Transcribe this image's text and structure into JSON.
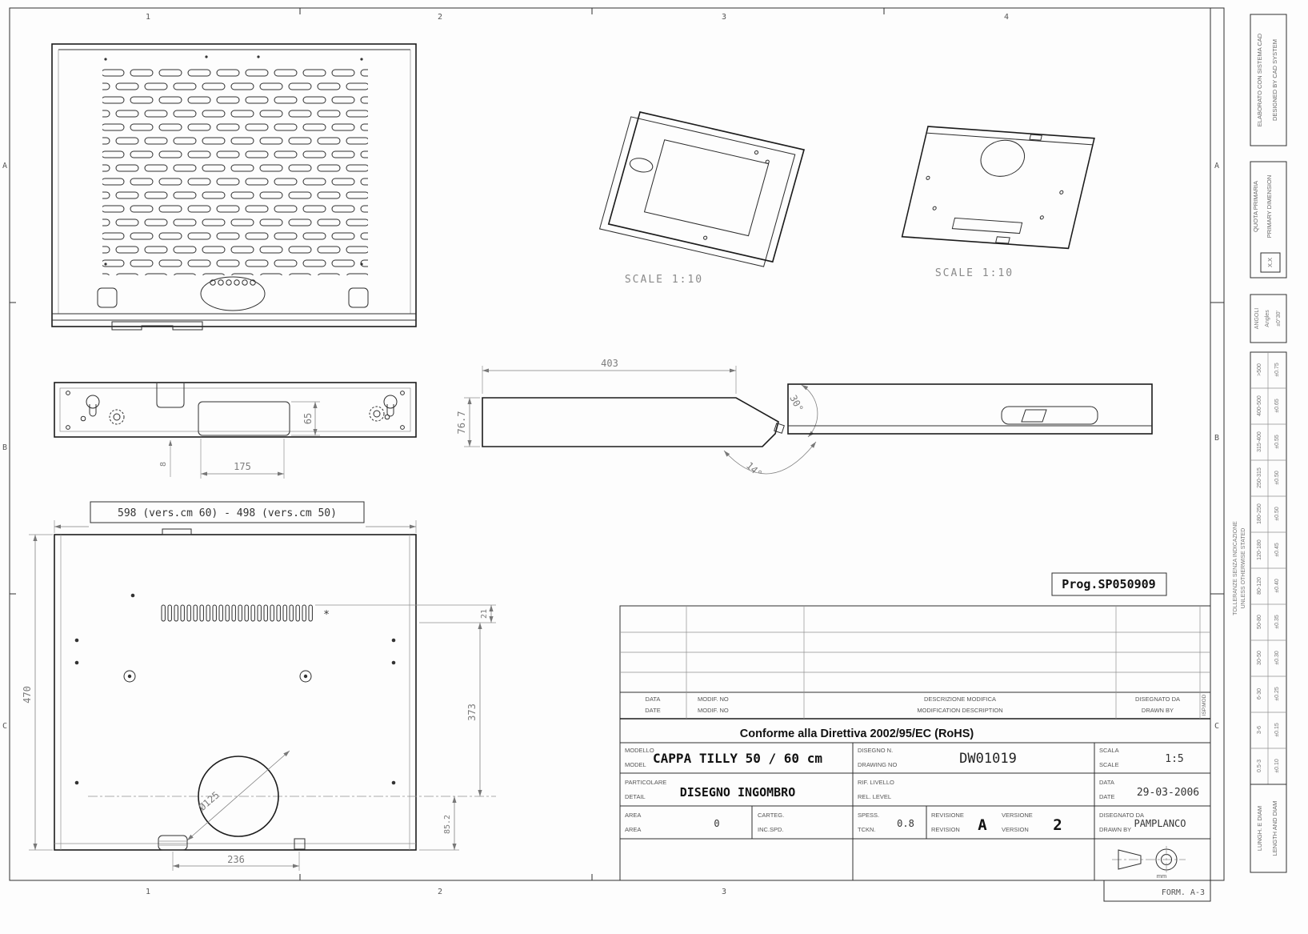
{
  "sheet": {
    "zone_cols_top": [
      "1",
      "2",
      "3",
      "4"
    ],
    "zone_cols_bottom": [
      "1",
      "2",
      "3"
    ],
    "zone_rows": [
      "A",
      "B",
      "C"
    ],
    "form_label": "FORM. A-3",
    "prog_label": "Prog.SP050909",
    "units_label": "mm"
  },
  "views": {
    "iso_front_scale": "SCALE  1:10",
    "iso_back_scale": "SCALE  1:10"
  },
  "dimensions": {
    "overall_width": "598  (vers.cm  60)  -  498  (vers.cm  50)",
    "depth": "403",
    "height": "76.7",
    "tip_angle": "30°",
    "bottom_angle": "14°",
    "cutout_height": "65",
    "cutout_offset": "8",
    "cutout_width": "175",
    "body_width": "470",
    "slot_band": "21",
    "slot_to_axis": "373",
    "axis_to_front": "85.2",
    "hole_pitch": "236",
    "hole_diameter": "Ø125",
    "asterisk_note": "*"
  },
  "title_block": {
    "rev_table": {
      "date_it": "DATA",
      "date_en": "DATE",
      "modif_it": "MODIF. NO",
      "modif_en": "MODIF. NO",
      "desc_it": "DESCRIZIONE MODIFICA",
      "desc_en": "MODIFICATION DESCRIPTION",
      "drawn_it": "DISEGNATO DA",
      "drawn_en": "DRAWN BY",
      "side_label": "ISP.MOD"
    },
    "conformity": "Conforme  alla  Direttiva  2002/95/EC  (RoHS)",
    "model": {
      "label_it": "MODELLO",
      "label_en": "MODEL",
      "value": "CAPPA  TILLY  50  /  60  cm"
    },
    "detail": {
      "label_it": "PARTICOLARE",
      "label_en": "DETAIL",
      "value": "DISEGNO  INGOMBRO"
    },
    "drawing_no": {
      "label_it": "DISEGNO N.",
      "label_en": "DRAWING NO",
      "value": "DW01019"
    },
    "rel_level": {
      "label_it": "RIF. LIVELLO",
      "label_en": "REL. LEVEL",
      "value": ""
    },
    "scale": {
      "label_it": "SCALA",
      "label_en": "SCALE",
      "value": "1:5"
    },
    "date": {
      "label_it": "DATA",
      "label_en": "DATE",
      "value": "29-03-2006"
    },
    "area": {
      "label_it": "AREA",
      "label_en": "AREA",
      "value": "0"
    },
    "sheet_field": {
      "label_it": "CARTEG.",
      "label_en": "INC.SPD.",
      "value": ""
    },
    "thickness": {
      "label_it": "SPESS.",
      "label_en": "TCKN.",
      "value": "0.8"
    },
    "revision": {
      "label_it": "REVISIONE",
      "label_en": "REVISION",
      "value": "A"
    },
    "version": {
      "label_it": "VERSIONE",
      "label_en": "VERSION",
      "value": "2"
    },
    "drawn_by": {
      "label_it": "DISEGNATO DA",
      "label_en": "DRAWN BY",
      "value": "PAMPLANCO"
    }
  },
  "tolerance_strip": {
    "cad_note_it": "ELABORATO CON SISTEMA CAD",
    "cad_note_en": "DESIGNED BY CAD SYSTEM",
    "primary_dim_it": "QUOTA PRIMARIA",
    "primary_dim_en": "PRIMARY DIMENSION",
    "primary_dim_symbol": "X.X",
    "angles_label_it": "ANGOLI",
    "angles_label_en": "Angles",
    "angles_value": "±0°30'",
    "caption_it": "TOLLERANZE SENZA INDICAZIONE",
    "caption_en": "UNLESS OTHERWISE STATED",
    "header_it": "LUNGH. E DIAM",
    "header_en": "LENGTH AND DIAM",
    "rows": [
      {
        "range": ">500",
        "tol": "±0.75"
      },
      {
        "range": "400-500",
        "tol": "±0.65"
      },
      {
        "range": "315-400",
        "tol": "±0.55"
      },
      {
        "range": "250-315",
        "tol": "±0.50"
      },
      {
        "range": "180-250",
        "tol": "±0.50"
      },
      {
        "range": "120-180",
        "tol": "±0.45"
      },
      {
        "range": "80-120",
        "tol": "±0.40"
      },
      {
        "range": "50-80",
        "tol": "±0.35"
      },
      {
        "range": "30-50",
        "tol": "±0.30"
      },
      {
        "range": "6-30",
        "tol": "±0.25"
      },
      {
        "range": "3-6",
        "tol": "±0.15"
      },
      {
        "range": "0.5-3",
        "tol": "±0.10"
      }
    ]
  }
}
